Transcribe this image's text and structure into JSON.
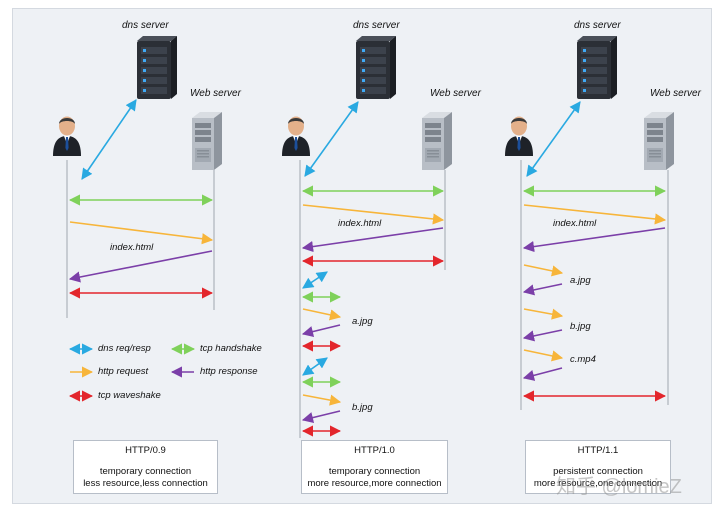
{
  "colors": {
    "dns": "#29a9e1",
    "handshake": "#7fd15a",
    "request": "#f7b53a",
    "response": "#7b3fa8",
    "waveshake": "#e3262c"
  },
  "icons": {
    "server": "server-rack-icon",
    "web": "web-server-tower-icon",
    "user": "user-person-icon"
  },
  "columns": [
    {
      "dns_label": "dns server",
      "web_label": "Web server",
      "messages": [
        "index.html"
      ],
      "summary": {
        "version": "HTTP/0.9",
        "line1": "temporary connection",
        "line2": "less resource,less connection"
      }
    },
    {
      "dns_label": "dns server",
      "web_label": "Web server",
      "messages": [
        "index.html",
        "a.jpg",
        "b.jpg"
      ],
      "summary": {
        "version": "HTTP/1.0",
        "line1": "temporary connection",
        "line2": "more resource,more connection"
      }
    },
    {
      "dns_label": "dns server",
      "web_label": "Web server",
      "messages": [
        "index.html",
        "a.jpg",
        "b.jpg",
        "c.mp4"
      ],
      "summary": {
        "version": "HTTP/1.1",
        "line1": "persistent connection",
        "line2": "more resource,one connection"
      }
    }
  ],
  "legend": {
    "dns": "dns req/resp",
    "handshake": "tcp handshake",
    "request": "http request",
    "response": "http response",
    "waveshake": "tcp waveshake"
  },
  "watermark": "知乎 @lomieZ"
}
